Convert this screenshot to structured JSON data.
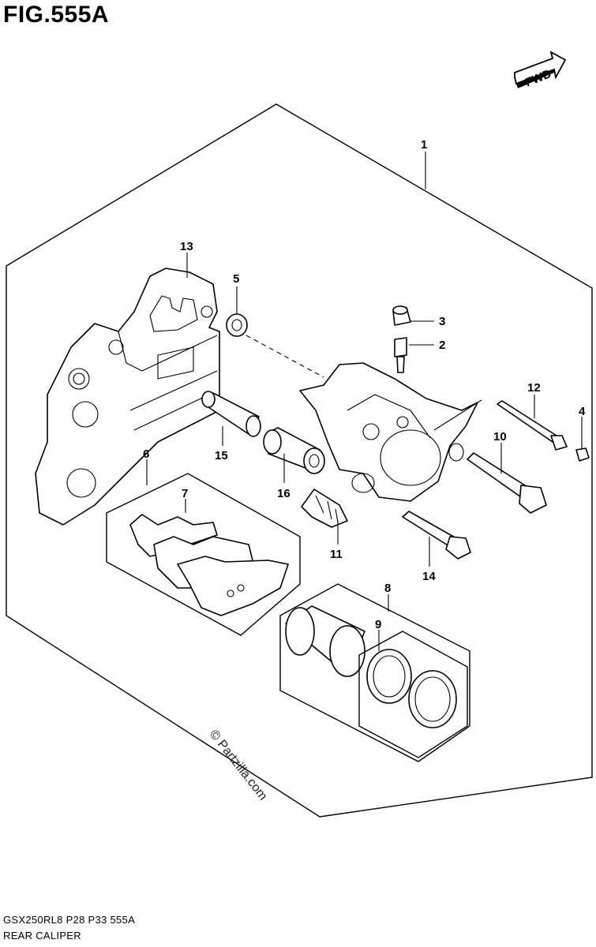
{
  "figure": {
    "title": "FIG.555A",
    "fwd_label": "FWD",
    "model_code": "GSX250RL8 P28 P33 555A",
    "name": "REAR CALIPER",
    "watermark": "© Partzilla.com"
  },
  "callouts": [
    "1",
    "2",
    "3",
    "4",
    "5",
    "6",
    "7",
    "8",
    "9",
    "10",
    "11",
    "12",
    "13",
    "14",
    "15",
    "16"
  ]
}
